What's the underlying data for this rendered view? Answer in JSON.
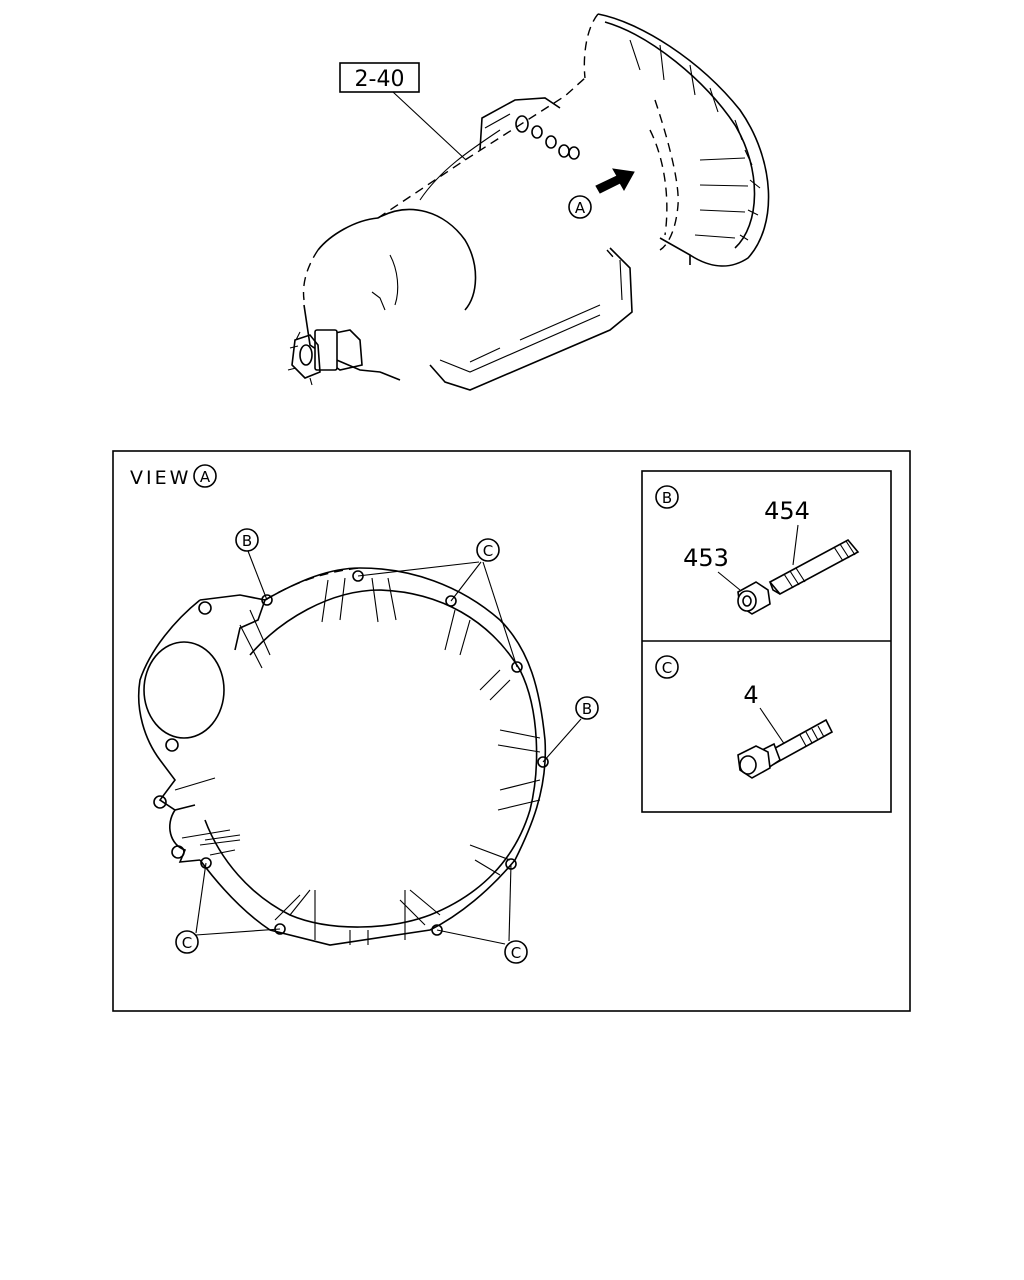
{
  "callouts": {
    "ref_box": "2-40",
    "view_marker": "A",
    "view_prefix": "VIEW",
    "view_letter": "A",
    "b": "B",
    "c": "C"
  },
  "detail_b": {
    "letter": "B",
    "parts": [
      "454",
      "453"
    ]
  },
  "detail_c": {
    "letter": "C",
    "part": "4"
  },
  "colors": {
    "line": "#000000",
    "background": "#ffffff"
  }
}
